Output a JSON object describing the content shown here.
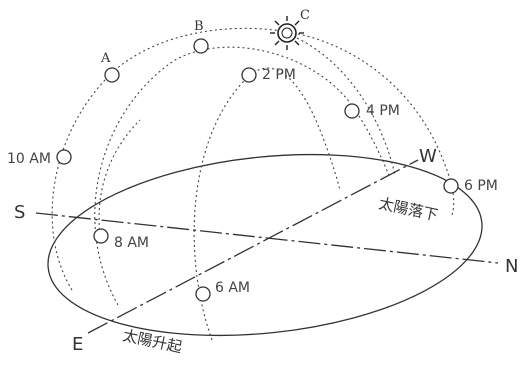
{
  "labels": {
    "A": "A",
    "B": "B",
    "C": "C",
    "t10am": "10 AM",
    "t8am": "8 AM",
    "t6am": "6 AM",
    "t2pm": "2 PM",
    "t4pm": "4 PM",
    "t6pm": "6 PM",
    "S": "S",
    "N": "N",
    "E": "E",
    "W": "W",
    "sunset": "太陽落下",
    "sunrise": "太陽升起"
  }
}
